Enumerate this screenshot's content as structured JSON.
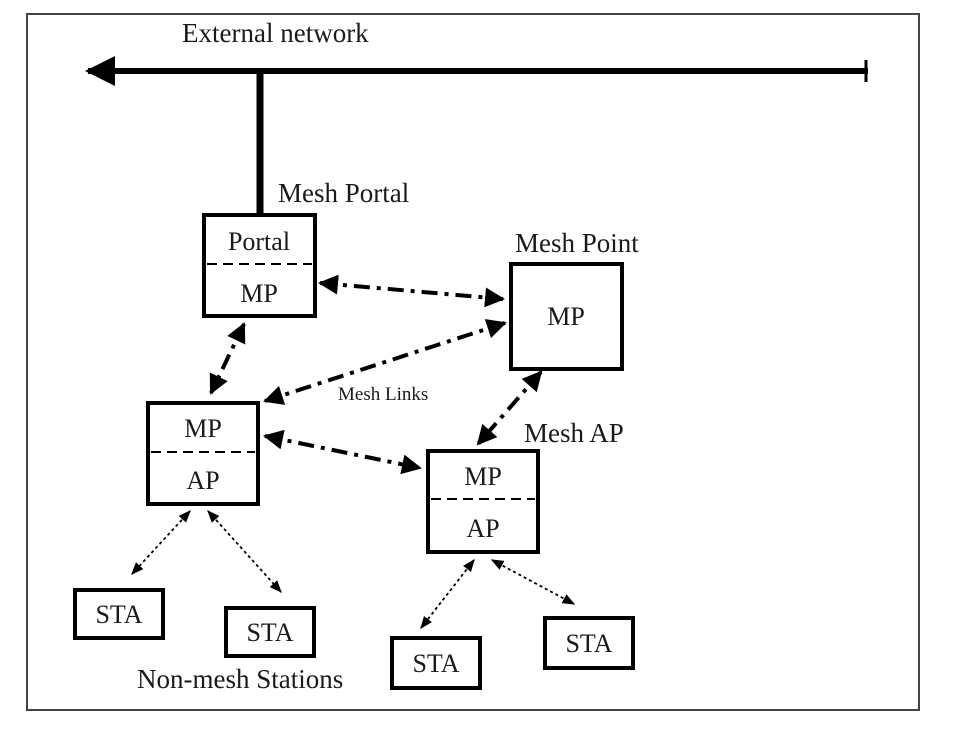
{
  "labels": {
    "external_network": "External network",
    "mesh_portal": "Mesh Portal",
    "mesh_point": "Mesh Point",
    "mesh_links": "Mesh Links",
    "mesh_ap": "Mesh AP",
    "non_mesh_stations": "Non-mesh Stations"
  },
  "nodes": {
    "portal": {
      "top": "Portal",
      "bottom": "MP"
    },
    "mesh_point": {
      "label": "MP"
    },
    "left_ap": {
      "top": "MP",
      "bottom": "AP"
    },
    "right_ap": {
      "top": "MP",
      "bottom": "AP"
    },
    "stations": [
      "STA",
      "STA",
      "STA",
      "STA"
    ]
  },
  "colors": {
    "line": "#000000",
    "text": "#1a1a1a",
    "background": "#ffffff"
  }
}
